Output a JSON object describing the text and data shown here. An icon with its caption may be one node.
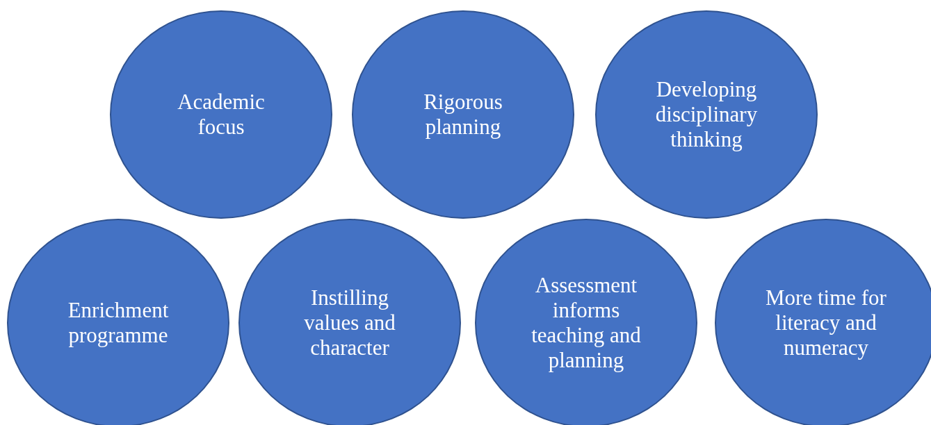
{
  "diagram": {
    "nodes": [
      {
        "text": [
          "Academic focus"
        ]
      },
      {
        "text": [
          "Rigorous planning"
        ]
      },
      {
        "text": [
          "Developing disciplinary thinking"
        ]
      },
      {
        "text": [
          "Enrichment programme"
        ]
      },
      {
        "text": [
          "Instilling values and character"
        ]
      },
      {
        "text": [
          "Assessment informs teaching and planning"
        ]
      },
      {
        "text": [
          "More time for literacy and numeracy"
        ]
      }
    ]
  }
}
